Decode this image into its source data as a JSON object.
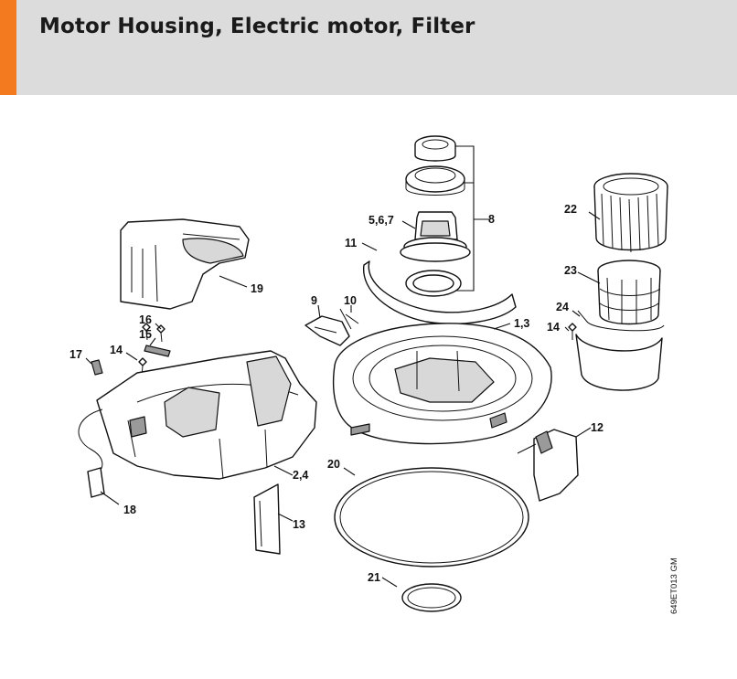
{
  "header": {
    "title": "Motor Housing, Electric motor, Filter",
    "accent_color": "#f37a1f",
    "background_color": "#dcdcdc"
  },
  "diagram": {
    "drawing_code": "649ET013 GM",
    "callouts": {
      "c1_3": "1,3",
      "c2_4": "2,4",
      "c5_6_7": "5,6,7",
      "c8": "8",
      "c9": "9",
      "c10": "10",
      "c11": "11",
      "c12": "12",
      "c13": "13",
      "c14a": "14",
      "c14b": "14",
      "c15": "15",
      "c16": "16",
      "c17": "17",
      "c18": "18",
      "c19": "19",
      "c20": "20",
      "c21": "21",
      "c22": "22",
      "c23": "23",
      "c24": "24"
    }
  }
}
